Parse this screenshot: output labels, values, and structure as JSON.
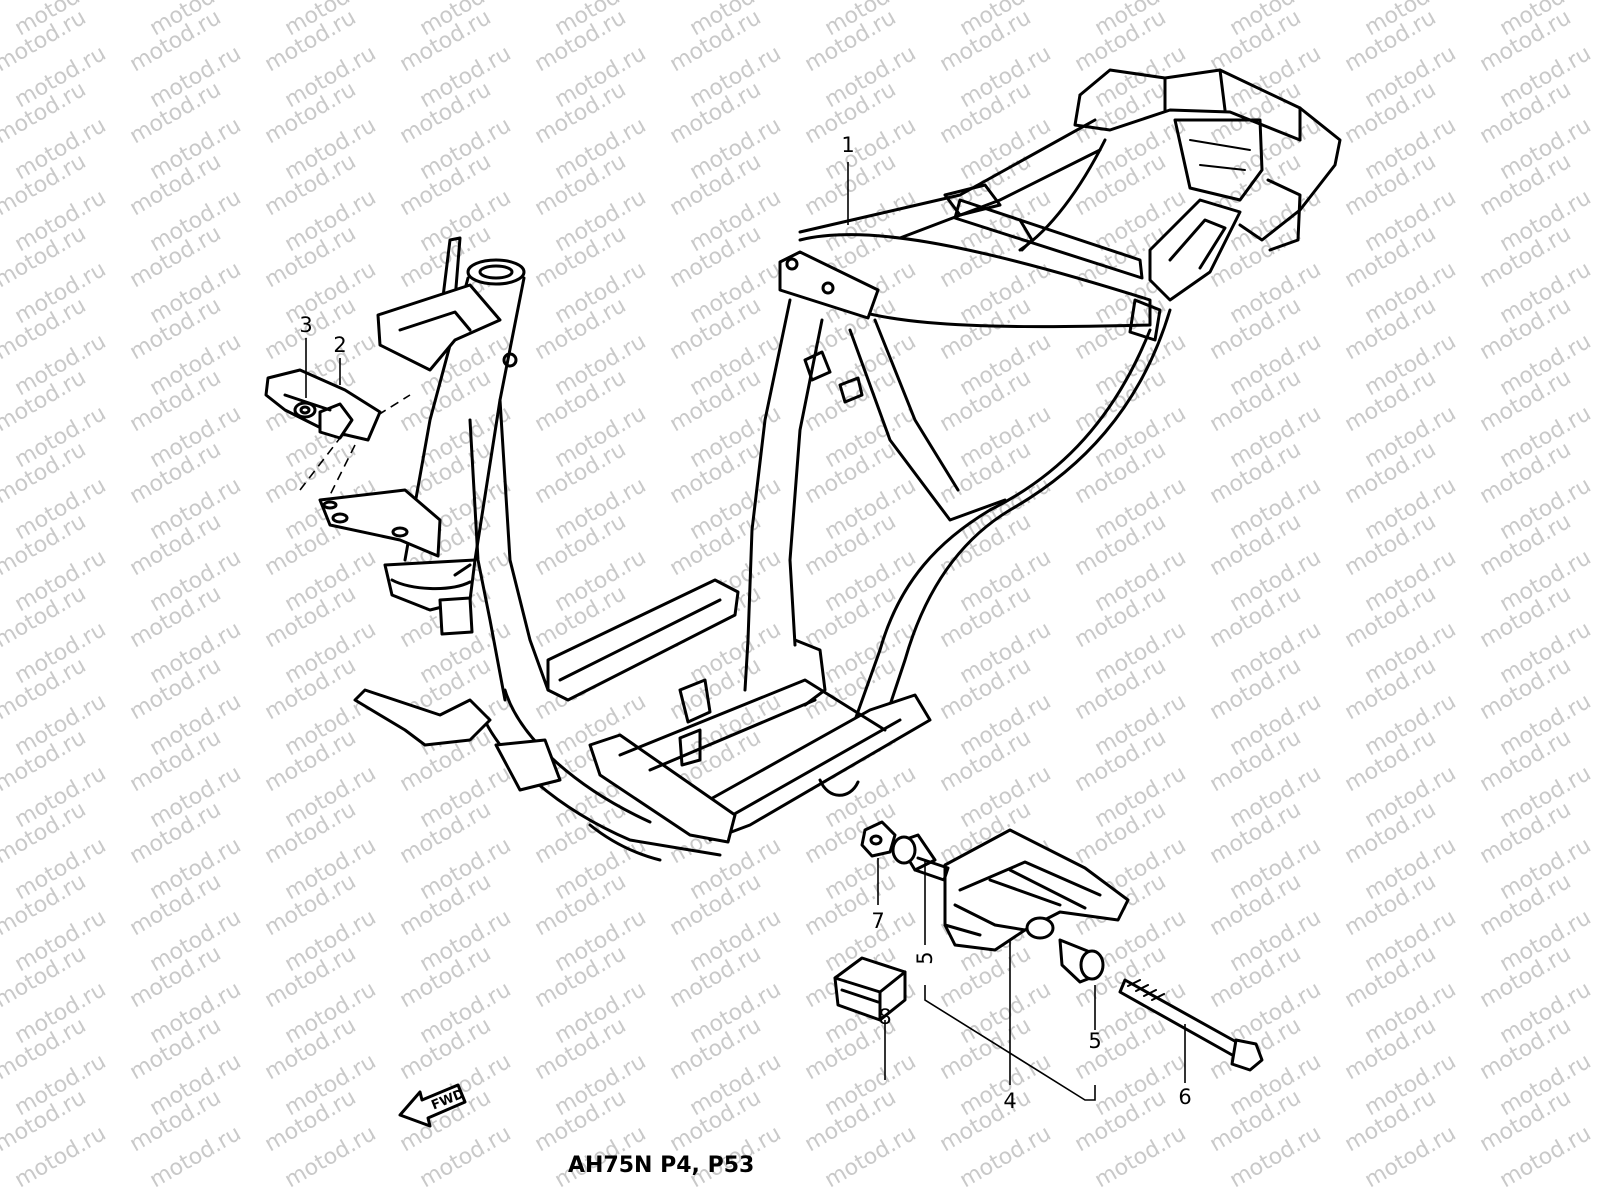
{
  "watermark": {
    "text": "motod.ru"
  },
  "model_label": "AH75N P4, P53",
  "fwd_label": "FWD",
  "callouts": {
    "c1": "1",
    "c2": "2",
    "c3": "3",
    "c4": "4",
    "c5a": "5",
    "c5b": "5",
    "c6": "6",
    "c7": "7",
    "c8": "8"
  }
}
